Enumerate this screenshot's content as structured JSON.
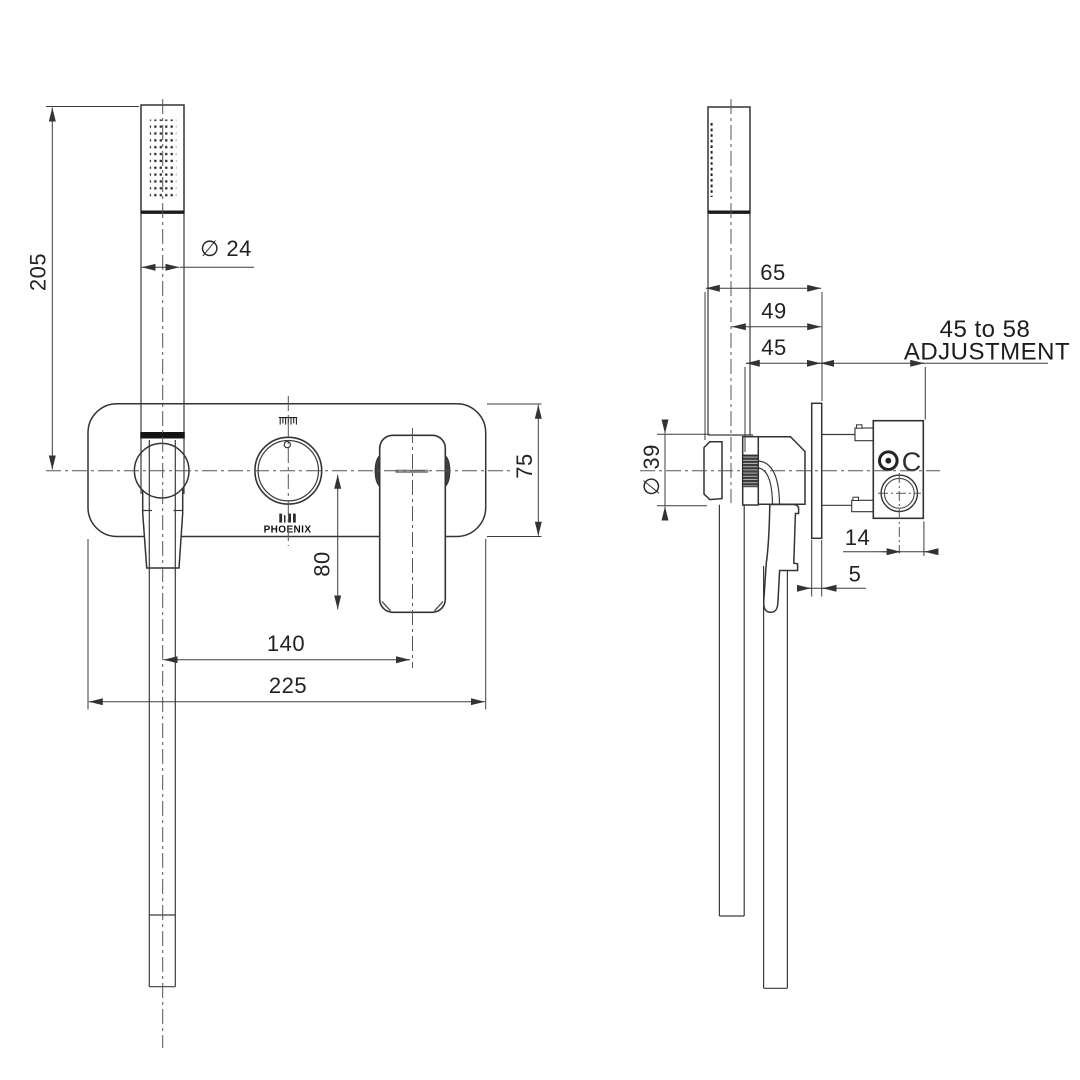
{
  "drawing": {
    "brand": "PHOENIX",
    "valve_label": "C",
    "dimensions": {
      "front": {
        "overall_height": "205",
        "handshower_diameter": "∅ 24",
        "backplate_height": "75",
        "handle_drop": "80",
        "handle_offset": "140",
        "backplate_width": "225"
      },
      "side": {
        "projection_overall": "65",
        "projection_to_centre": "49",
        "projection_to_face": "45",
        "holder_diameter": "∅ 39",
        "outlet_offset": "14",
        "plate_thickness": "5",
        "adjustment_range": "45 to 58",
        "adjustment_label": "ADJUSTMENT"
      }
    }
  }
}
